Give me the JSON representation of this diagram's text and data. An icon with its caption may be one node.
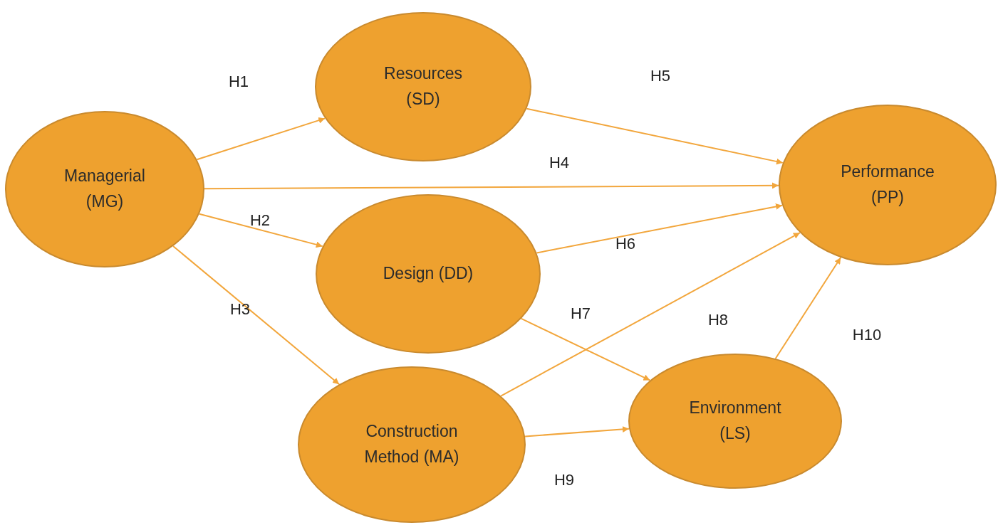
{
  "diagram": {
    "nodes": [
      {
        "text": [
          "Managerial (MG)"
        ]
      },
      {
        "text": [
          "Resources (SD)"
        ]
      },
      {
        "text": [
          "Performance (PP)"
        ]
      },
      {
        "text": [
          "Design (DD)"
        ]
      },
      {
        "text": [
          "Construction Method (MA)"
        ]
      },
      {
        "text": [
          "Environment (LS)"
        ]
      }
    ],
    "edges": [
      {
        "from": 0,
        "to": 1,
        "arrow": "to",
        "label": "H1"
      },
      {
        "from": 0,
        "to": 3,
        "arrow": "to",
        "label": "H2"
      },
      {
        "from": 0,
        "to": 4,
        "arrow": "to",
        "label": "H3"
      },
      {
        "from": 0,
        "to": 2,
        "arrow": "to",
        "label": "H4"
      },
      {
        "from": 1,
        "to": 2,
        "arrow": "to",
        "label": "H5"
      },
      {
        "from": 3,
        "to": 2,
        "arrow": "to",
        "label": "H6"
      },
      {
        "from": 3,
        "to": 5,
        "arrow": "to",
        "label": "H7"
      },
      {
        "from": 4,
        "to": 2,
        "arrow": "to",
        "label": "H8"
      },
      {
        "from": 4,
        "to": 5,
        "arrow": "to",
        "label": "H9"
      },
      {
        "from": 5,
        "to": 2,
        "arrow": "to",
        "label": "H10"
      }
    ]
  }
}
